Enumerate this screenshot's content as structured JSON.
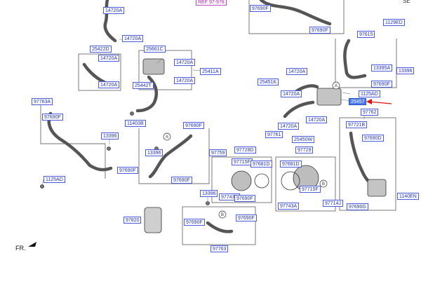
{
  "labels": {
    "ref": "REF 97-978",
    "p14720a_1": "14720A",
    "p14720a_2": "14720A",
    "p14720a_3": "14720A",
    "p14720a_4": "14720A",
    "p14720a_5": "14720A",
    "p14720a_6": "14720A",
    "p14720a_7": "14720A",
    "p14720a_8": "14720A",
    "p14720a_9": "14720A",
    "p14720a_10": "14720A",
    "p25422d": "25422D",
    "p25661c": "25661C",
    "p25411a": "25411A",
    "p25442t": "25442T",
    "p11403b": "11403B",
    "p97690f_1": "97690F",
    "p97690f_2": "97690F",
    "p97690f_3": "97690F",
    "p97690f_4": "97690F",
    "p97690f_5": "97690F",
    "p97690f_6": "97690F",
    "p97690f_7": "97690F",
    "p97690f_8": "97690F",
    "p97690f_9": "97690F",
    "p97690f_10": "97690F",
    "p97615": "97615",
    "p1129ed": "1129ED",
    "p13395a": "13395A",
    "p13396_r": "13396",
    "p1125ad_1": "1125AD",
    "p1125ad_2": "1125AD",
    "p25451k": "25451K",
    "p25457": "25457",
    "p97762": "97762",
    "p97721b": "97721B",
    "p97690d": "97690D",
    "p97761": "97761",
    "p25450w": "25450W",
    "p97728d": "97728D",
    "p97729": "97729",
    "p97763a": "97763A",
    "p13396_1": "13396",
    "p13396_2": "13396",
    "p13396_3": "13396",
    "p97759": "97759",
    "p97715f_1": "97715F",
    "p97715f_2": "97715F",
    "p97681d_1": "97681D",
    "p97681d_2": "97681D",
    "p97743a_1": "97743A",
    "p97743a_2": "97743A",
    "p97714j": "97714J",
    "p97690g": "97690G",
    "p1140en": "1140EN",
    "p97820": "97820",
    "p97763": "97763"
  },
  "markers": {
    "a": "A",
    "b": "B"
  },
  "fr_label": "FR.",
  "corner_text": "SE",
  "colors": {
    "label_text": "#1f2fc4",
    "label_border": "#4b5be0",
    "highlight": "#4a7bef",
    "arrow": "#e01010"
  }
}
